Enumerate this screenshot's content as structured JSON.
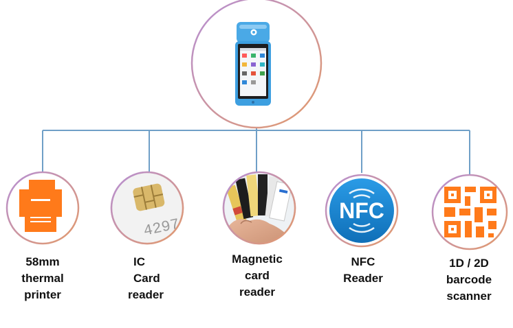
{
  "colors": {
    "connector": "#6f9fc7",
    "ring_from": "#b58fd6",
    "ring_to": "#e39a6a",
    "orange": "#ff7a1a",
    "nfc_blue": "#1a8ad8",
    "device_blue": "#4aa9e6"
  },
  "device": {
    "icon": "pos-terminal-icon"
  },
  "features": [
    {
      "id": "printer",
      "icon": "thermal-printer-icon",
      "lines": [
        "58mm",
        "thermal",
        "printer"
      ]
    },
    {
      "id": "ic-card",
      "icon": "ic-chip-card-icon",
      "lines": [
        "IC",
        "Card",
        "reader"
      ]
    },
    {
      "id": "magnetic",
      "icon": "magnetic-cards-icon",
      "lines": [
        "Magnetic",
        "card",
        "reader"
      ]
    },
    {
      "id": "nfc",
      "icon": "nfc-icon",
      "lines": [
        "NFC",
        "Reader"
      ],
      "icon_text": "NFC"
    },
    {
      "id": "barcode",
      "icon": "qr-code-icon",
      "lines": [
        "1D / 2D",
        "barcode",
        "scanner"
      ]
    }
  ],
  "ic_card_number": "4297"
}
